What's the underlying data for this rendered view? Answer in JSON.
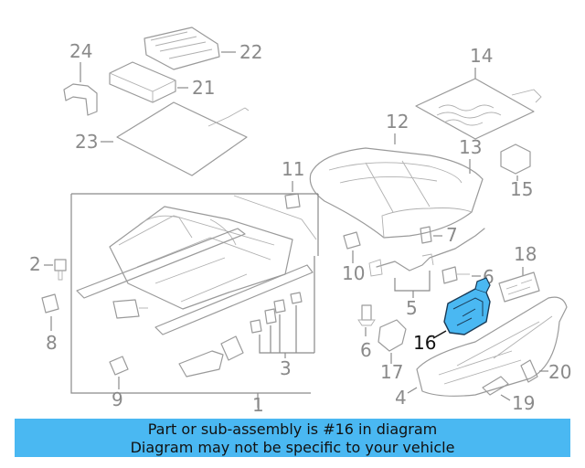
{
  "callouts": {
    "c1": "1",
    "c2": "2",
    "c3": "3",
    "c4": "4",
    "c5": "5",
    "c6a": "6",
    "c6b": "6",
    "c7": "7",
    "c8": "8",
    "c9": "9",
    "c10": "10",
    "c11": "11",
    "c12": "12",
    "c13": "13",
    "c14": "14",
    "c15": "15",
    "c16": "16",
    "c17": "17",
    "c18": "18",
    "c19": "19",
    "c20": "20",
    "c21": "21",
    "c22": "22",
    "c23": "23",
    "c24": "24"
  },
  "highlight": {
    "part_number": "16",
    "color": "#4ab8f2"
  },
  "banner": {
    "line1": "Part or sub-assembly is #16 in diagram",
    "line2": "Diagram may not be specific to your vehicle",
    "background": "#4ab8f2"
  }
}
